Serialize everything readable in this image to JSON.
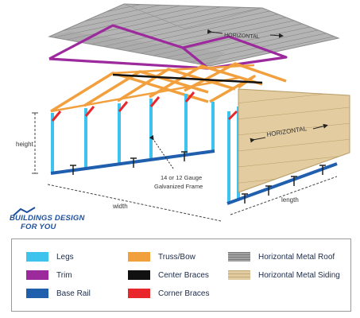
{
  "labels": {
    "roof_horizontal": "HORIZONTAL",
    "siding_horizontal": "HORIZONTAL",
    "height": "height",
    "width": "width",
    "length": "length",
    "gauge_line1": "14 or 12 Gauge",
    "gauge_line2": "Galvanized Frame"
  },
  "logo": {
    "line1": "BUILDINGS DESIGN",
    "line2": "FOR YOU"
  },
  "legend": [
    {
      "label": "Legs",
      "color": "#3ec3ef",
      "kind": "solid",
      "icon": "legs-swatch"
    },
    {
      "label": "Trim",
      "color": "#9c2a9c",
      "kind": "solid",
      "icon": "trim-swatch"
    },
    {
      "label": "Base Rail",
      "color": "#1f5fae",
      "kind": "solid",
      "icon": "base-rail-swatch"
    },
    {
      "label": "Truss/Bow",
      "color": "#f2a03d",
      "kind": "solid",
      "icon": "truss-swatch"
    },
    {
      "label": "Center Braces",
      "color": "#111111",
      "kind": "solid",
      "icon": "center-braces-swatch"
    },
    {
      "label": "Corner Braces",
      "color": "#e8262b",
      "kind": "solid",
      "icon": "corner-braces-swatch"
    },
    {
      "label": "Horizontal Metal Roof",
      "color": "#a3a3a3",
      "kind": "roof",
      "icon": "roof-swatch"
    },
    {
      "label": "Horizontal Metal Siding",
      "color": "#e1cba0",
      "kind": "siding",
      "icon": "siding-swatch"
    }
  ]
}
